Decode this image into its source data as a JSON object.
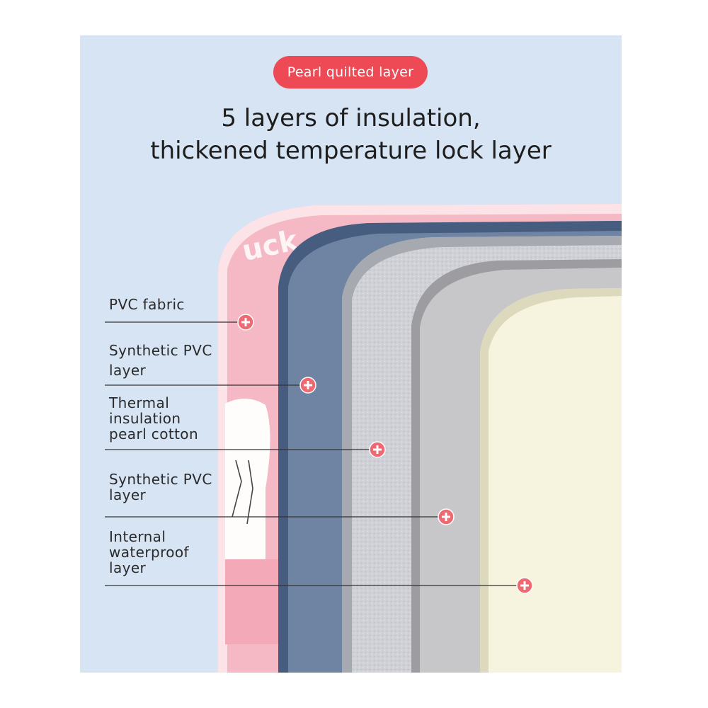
{
  "badge": {
    "text": "Pearl quilted layer",
    "color": "#ee4a55"
  },
  "headline": {
    "line1": "5 layers of insulation,",
    "line2": "thickened temperature lock layer"
  },
  "layers": [
    {
      "lines": [
        "PVC fabric"
      ],
      "icon": "plus-icon",
      "color": "#f3b7c4"
    },
    {
      "lines": [
        "Synthetic PVC",
        "layer"
      ],
      "icon": "plus-icon",
      "color": "#6f84a3"
    },
    {
      "lines": [
        "Thermal",
        "insulation",
        "pearl cotton"
      ],
      "icon": "plus-icon",
      "color": "#c9cbd1"
    },
    {
      "lines": [
        "Synthetic PVC",
        "layer"
      ],
      "icon": "plus-icon",
      "color": "#c6c6c9"
    },
    {
      "lines": [
        "Internal",
        "waterproof",
        "layer"
      ],
      "icon": "plus-icon",
      "color": "#f7f5e4"
    }
  ],
  "colors": {
    "background": "#d6e4f4",
    "marker": "#ee6a72",
    "line": "#333333"
  }
}
